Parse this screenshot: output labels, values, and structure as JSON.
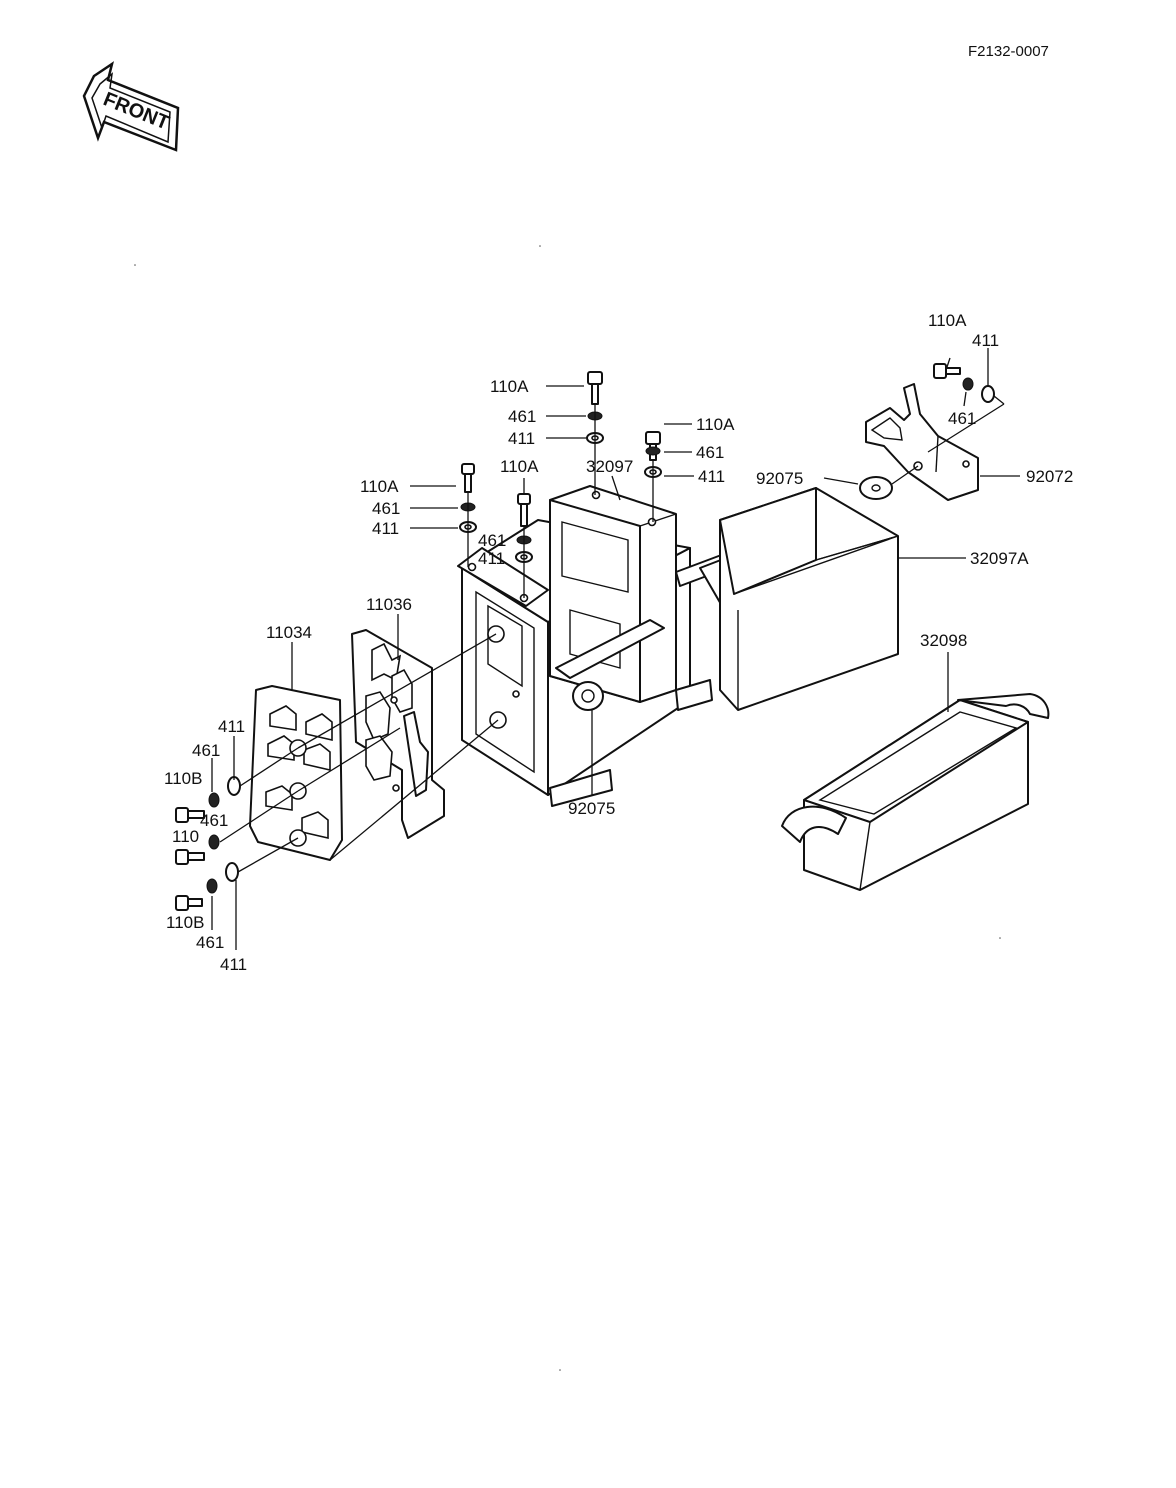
{
  "diagram": {
    "figure_code": "F2132-0007",
    "front_badge": "FRONT",
    "callouts": [
      {
        "id": "c1",
        "text": "110A"
      },
      {
        "id": "c2",
        "text": "461"
      },
      {
        "id": "c3",
        "text": "411"
      },
      {
        "id": "c4",
        "text": "110A"
      },
      {
        "id": "c5",
        "text": "461"
      },
      {
        "id": "c6",
        "text": "411"
      },
      {
        "id": "c7",
        "text": "110A"
      },
      {
        "id": "c8",
        "text": "461"
      },
      {
        "id": "c9",
        "text": "411"
      },
      {
        "id": "c10",
        "text": "110A"
      },
      {
        "id": "c11",
        "text": "461"
      },
      {
        "id": "c12",
        "text": "411"
      },
      {
        "id": "c13",
        "text": "32097"
      },
      {
        "id": "c14",
        "text": "110A"
      },
      {
        "id": "c15",
        "text": "411"
      },
      {
        "id": "c16",
        "text": "461"
      },
      {
        "id": "c17",
        "text": "92075"
      },
      {
        "id": "c18",
        "text": "92072"
      },
      {
        "id": "c19",
        "text": "32097A"
      },
      {
        "id": "c20",
        "text": "32098"
      },
      {
        "id": "c21",
        "text": "11036"
      },
      {
        "id": "c22",
        "text": "11034"
      },
      {
        "id": "c23",
        "text": "411"
      },
      {
        "id": "c24",
        "text": "461"
      },
      {
        "id": "c25",
        "text": "110B"
      },
      {
        "id": "c26",
        "text": "461"
      },
      {
        "id": "c27",
        "text": "110"
      },
      {
        "id": "c28",
        "text": "110B"
      },
      {
        "id": "c29",
        "text": "461"
      },
      {
        "id": "c30",
        "text": "411"
      },
      {
        "id": "c31",
        "text": "92075"
      }
    ]
  },
  "colors": {
    "ink": "#111111",
    "paper": "#ffffff"
  }
}
